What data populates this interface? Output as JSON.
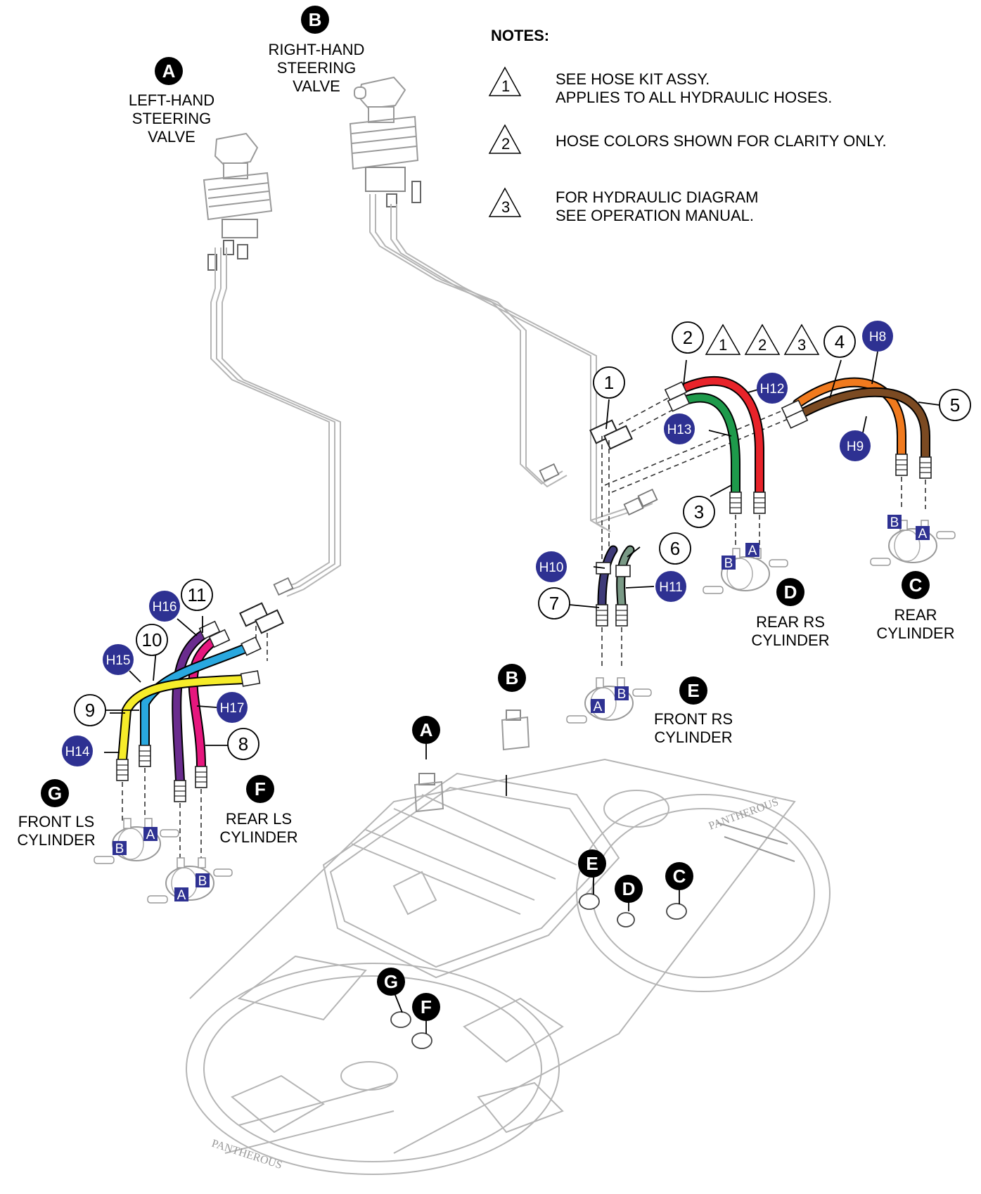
{
  "notes": {
    "title": "NOTES:",
    "items": [
      {
        "number": "1",
        "lines": [
          "SEE HOSE KIT ASSY.",
          "APPLIES TO ALL HYDRAULIC HOSES."
        ]
      },
      {
        "number": "2",
        "lines": [
          "HOSE COLORS SHOWN FOR CLARITY ONLY."
        ]
      },
      {
        "number": "3",
        "lines": [
          "FOR HYDRAULIC DIAGRAM",
          "SEE OPERATION MANUAL."
        ]
      }
    ]
  },
  "components": {
    "A": {
      "letter": "A",
      "lines": [
        "LEFT-HAND",
        "STEERING",
        "VALVE"
      ]
    },
    "B": {
      "letter": "B",
      "lines": [
        "RIGHT-HAND",
        "STEERING",
        "VALVE"
      ]
    },
    "C": {
      "letter": "C",
      "lines": [
        "REAR",
        "CYLINDER"
      ]
    },
    "D": {
      "letter": "D",
      "lines": [
        "REAR RS",
        "CYLINDER"
      ]
    },
    "E": {
      "letter": "E",
      "lines": [
        "FRONT RS",
        "CYLINDER"
      ]
    },
    "F": {
      "letter": "F",
      "lines": [
        "REAR LS",
        "CYLINDER"
      ]
    },
    "G": {
      "letter": "G",
      "lines": [
        "FRONT LS",
        "CYLINDER"
      ]
    }
  },
  "callouts": [
    "1",
    "2",
    "3",
    "4",
    "5",
    "6",
    "7",
    "8",
    "9",
    "10",
    "11"
  ],
  "hose_tags": [
    "H8",
    "H9",
    "H10",
    "H11",
    "H12",
    "H13",
    "H14",
    "H15",
    "H16",
    "H17"
  ],
  "port_letters": {
    "a": "A",
    "b": "B"
  },
  "note_refs": [
    "1",
    "2",
    "3"
  ],
  "overview_letters": [
    "A",
    "B",
    "C",
    "D",
    "E",
    "F",
    "G"
  ],
  "machine_brand": "PANTHEROUS",
  "colors": {
    "red": "#e8232a",
    "green": "#1e9a4b",
    "orange": "#f07a1e",
    "brown": "#7b4a22",
    "olive": "#7a9a86",
    "navy": "#3e3a78",
    "yellow": "#f6ec2a",
    "cyan": "#29a8df",
    "magenta": "#e6177e",
    "purple": "#6a2c8e",
    "tag": "#2e3192"
  }
}
